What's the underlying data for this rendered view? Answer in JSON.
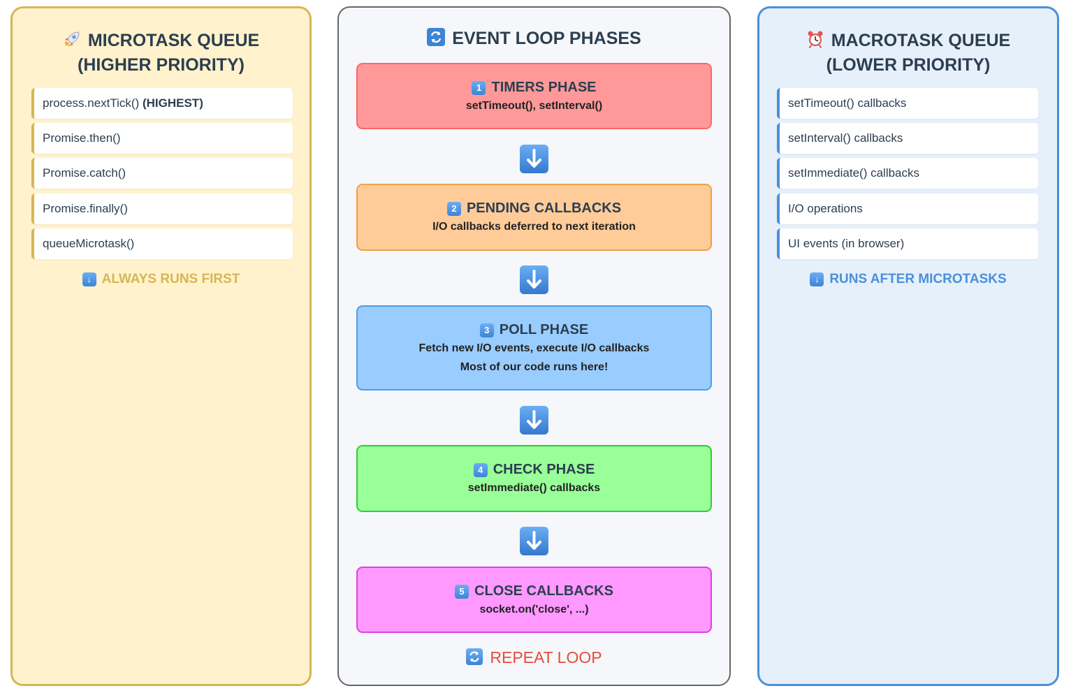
{
  "microtask": {
    "title_line1": "MICROTASK QUEUE",
    "title_line2": "(HIGHER PRIORITY)",
    "icon": "rocket-icon",
    "items": [
      {
        "text": "process.nextTick()",
        "bold": "(HIGHEST)"
      },
      {
        "text": "Promise.then()",
        "bold": ""
      },
      {
        "text": "Promise.catch()",
        "bold": ""
      },
      {
        "text": "Promise.finally()",
        "bold": ""
      },
      {
        "text": "queueMicrotask()",
        "bold": ""
      }
    ],
    "footer": "ALWAYS RUNS FIRST",
    "color": "#d6b656"
  },
  "event_loop": {
    "title": "EVENT LOOP PHASES",
    "icon": "repeat-icon",
    "phases": [
      {
        "number": "1",
        "title": "TIMERS PHASE",
        "desc": "setTimeout(), setInterval()",
        "desc2": ""
      },
      {
        "number": "2",
        "title": "PENDING CALLBACKS",
        "desc": "I/O callbacks deferred to next iteration",
        "desc2": ""
      },
      {
        "number": "3",
        "title": "POLL PHASE",
        "desc": "Fetch new I/O events, execute I/O callbacks",
        "desc2": "Most of our code runs here!"
      },
      {
        "number": "4",
        "title": "CHECK PHASE",
        "desc": "setImmediate() callbacks",
        "desc2": ""
      },
      {
        "number": "5",
        "title": "CLOSE CALLBACKS",
        "desc": "socket.on('close', ...)",
        "desc2": ""
      }
    ],
    "repeat_label": "REPEAT LOOP",
    "repeat_color": "#e74c3c"
  },
  "macrotask": {
    "title_line1": "MACROTASK QUEUE",
    "title_line2": "(LOWER PRIORITY)",
    "icon": "alarm-clock-icon",
    "items": [
      {
        "text": "setTimeout() callbacks"
      },
      {
        "text": "setInterval() callbacks"
      },
      {
        "text": "setImmediate() callbacks"
      },
      {
        "text": "I/O operations"
      },
      {
        "text": "UI events (in browser)"
      }
    ],
    "footer": "RUNS AFTER MICROTASKS",
    "color": "#4a90d9"
  }
}
